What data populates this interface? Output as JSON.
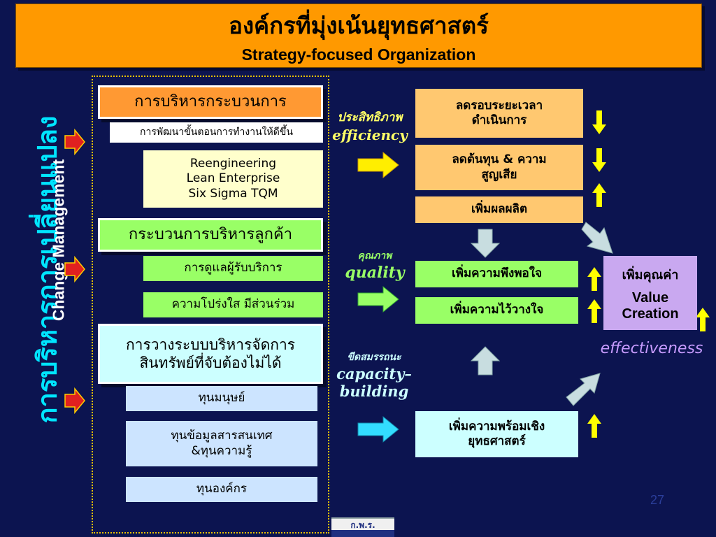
{
  "title": {
    "thai": "องค์กรที่มุ่งเน้นยุทธศาสตร์",
    "english": "Strategy-focused Organization"
  },
  "side_label": {
    "thai": "การบริหารการเปลี่ยนแปลง",
    "english": "Change Management"
  },
  "process_management": {
    "heading": "การบริหารกระบวนการ",
    "subheading": "การพัฒนาขั้นตอนการทำงานให้ดีขึ้น",
    "methods_line1": "Reengineering",
    "methods_line2": "Lean Enterprise",
    "methods_line3": "Six Sigma TQM"
  },
  "customer_management": {
    "heading": "กระบวนการบริหารลูกค้า",
    "item1": "การดูแลผู้รับบริการ",
    "item2": "ความโปร่งใส มีส่วนร่วม"
  },
  "intangible_assets": {
    "heading_line1": "การวางระบบบริหารจัดการ",
    "heading_line2": "สินทรัพย์ที่จับต้องไม่ได้",
    "item1": "ทุนมนุษย์",
    "item2_line1": "ทุนข้อมูลสารสนเทศ",
    "item2_line2": "&ทุนความรู้",
    "item3": "ทุนองค์กร"
  },
  "middle_labels": {
    "efficiency_th": "ประสิทธิภาพ",
    "efficiency_en": "efficiency",
    "quality_th": "คุณภาพ",
    "quality_en": "quality",
    "capacity_th": "ขีดสมรรถนะ",
    "capacity_en_line1": "capacity–",
    "capacity_en_line2": "building"
  },
  "results": {
    "reduce_time_line1": "ลดรอบระยะเวลา",
    "reduce_time_line2": "ดำเนินการ",
    "reduce_cost_line1": "ลดต้นทุน & ความ",
    "reduce_cost_line2": "สูญเสีย",
    "increase_output": "เพิ่มผลผลิต",
    "increase_satisfaction": "เพิ่มความพึงพอใจ",
    "increase_trust": "เพิ่มความไว้วางใจ",
    "strategic_readiness_line1": "เพิ่มความพร้อมเชิง",
    "strategic_readiness_line2": "ยุทธศาสตร์"
  },
  "value_creation": {
    "thai": "เพิ่มคุณค่า",
    "english_line1": "Value",
    "english_line2": "Creation",
    "caption": "effectiveness"
  },
  "page_number": "27",
  "logo_text": "ก.พ.ร.",
  "colors": {
    "background": "#0c1450",
    "title_bar": "#ff9900",
    "orange_box": "#ffc870",
    "green_box": "#99ff66",
    "cyan_box": "#ccffff",
    "light_blue_box": "#cce4ff",
    "cream_box": "#ffffcc",
    "purple_box": "#c9a8f0",
    "yellow_arrow": "#ffff00",
    "red_arrow": "#e02020"
  }
}
